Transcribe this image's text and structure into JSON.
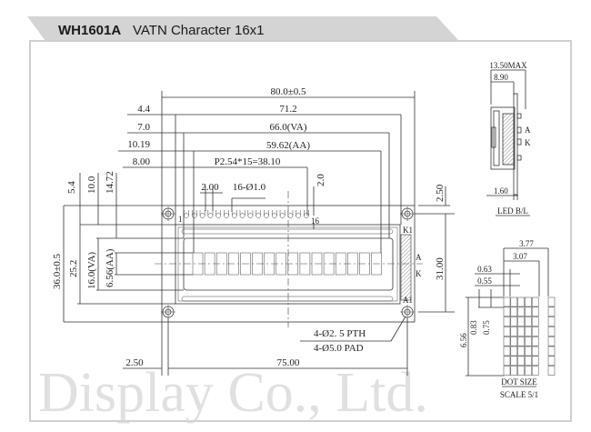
{
  "header": {
    "model": "WH1601A",
    "description": "VATN Character 16x1"
  },
  "watermark": "Display Co., Ltd.",
  "front_view": {
    "top_dims": [
      "80.0±0.5",
      "71.2",
      "66.0(VA)",
      "59.62(AA)",
      "P2.54*15=38.10"
    ],
    "left_top_dims": [
      "4.4",
      "7.0",
      "10.19",
      "8.00"
    ],
    "pin_pitch": "2.00",
    "pin_holes": "16-Ø1.0",
    "pin_first": "1",
    "pin_last": "16",
    "pin_offset": "2.0",
    "vertical_top_dims": [
      "5.4",
      "10.0",
      "14.72"
    ],
    "left_dims": [
      "36.0±0.5",
      "25.2",
      "16.0(VA)",
      "6.56(AA)"
    ],
    "right_dims": [
      "2.50",
      "31.00"
    ],
    "backlight_labels": [
      "K1",
      "A",
      "K",
      "A1"
    ],
    "hole_note_1": "4-Ø2. 5 PTH",
    "hole_note_2": "4-Ø5.0 PAD",
    "bottom_dims": [
      "2.50",
      "75.00"
    ]
  },
  "side_view": {
    "max": "13.50MAX",
    "depth": "8.90",
    "pcb": "1.60",
    "labels": [
      "A",
      "K"
    ],
    "caption": "LED B/L"
  },
  "dot_detail": {
    "dims": [
      "3.77",
      "3.07",
      "0.63",
      "0.55",
      "6.56",
      "0.83",
      "0.75"
    ],
    "caption_1": "DOT SIZE",
    "caption_2": "SCALE 5/1"
  }
}
